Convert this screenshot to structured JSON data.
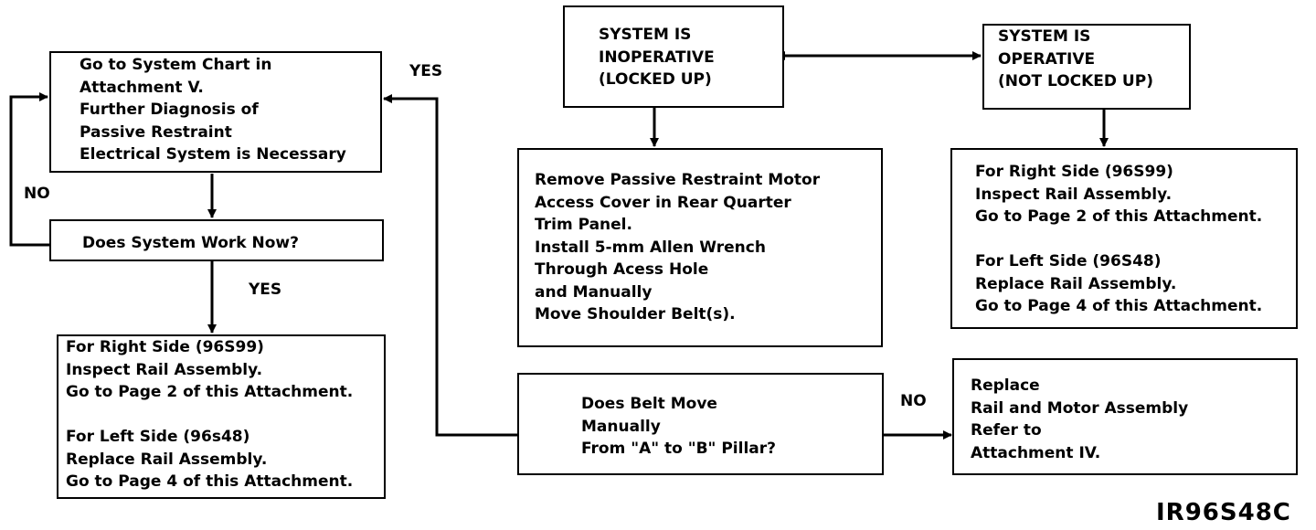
{
  "boxes": {
    "system_chart": [
      "Go to System Chart in",
      "Attachment V.",
      "Further Diagnosis of",
      "Passive Restraint",
      "Electrical System is Necessary"
    ],
    "system_work": [
      "Does System Work Now?"
    ],
    "left_sides": [
      "For Right Side (96S99)",
      "Inspect Rail Assembly.",
      "Go to Page 2 of this Attachment.",
      "",
      "For Left Side (96s48)",
      "Replace Rail Assembly.",
      "Go to Page 4 of this Attachment."
    ],
    "inoperative": [
      "SYSTEM IS",
      "INOPERATIVE",
      "(LOCKED UP)"
    ],
    "remove_cover": [
      "Remove Passive Restraint Motor",
      "Access Cover in Rear Quarter",
      "Trim Panel.",
      "Install 5-mm Allen Wrench",
      "Through Acess Hole",
      "and Manually",
      "Move Shoulder Belt(s)."
    ],
    "belt_move": [
      "Does Belt Move",
      "Manually",
      "From \"A\" to \"B\" Pillar?"
    ],
    "operative": [
      "SYSTEM IS",
      "OPERATIVE",
      "(NOT LOCKED UP)"
    ],
    "right_sides": [
      "For Right Side (96S99)",
      "Inspect Rail Assembly.",
      "Go to Page 2 of this Attachment.",
      "",
      "For Left Side (96S48)",
      "Replace Rail Assembly.",
      "Go to Page 4 of this Attachment."
    ],
    "replace": [
      "Replace",
      "Rail and Motor Assembly",
      "Refer to",
      "Attachment IV."
    ]
  },
  "labels": {
    "yes_top": "YES",
    "no_left": "NO",
    "yes_mid": "YES",
    "no_right": "NO"
  },
  "figure_id": "IR96S48C"
}
